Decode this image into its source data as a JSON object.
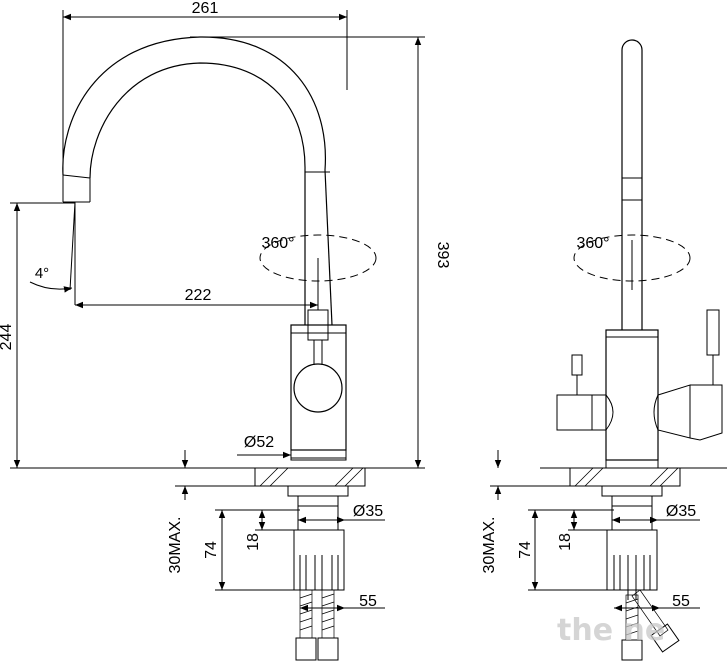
{
  "side_view": {
    "dim_width": "261",
    "dim_height": "393",
    "dim_spout_height": "244",
    "dim_reach": "222",
    "dim_angle": "4°",
    "dim_rotation": "360°",
    "dim_base_diameter": "Ø52",
    "dim_shank_diameter": "Ø35",
    "dim_counter_max": "30MAX.",
    "dim_thread_length": "18",
    "dim_shank_length": "74",
    "dim_hose_width": "55"
  },
  "front_view": {
    "dim_rotation": "360°",
    "dim_shank_diameter": "Ø35",
    "dim_counter_max": "30MAX.",
    "dim_thread_length": "18",
    "dim_shank_length": "74",
    "dim_hose_width": "55"
  },
  "watermark": "the  ne",
  "colors": {
    "line": "#000000",
    "background": "#ffffff",
    "watermark": "#c8c8c8"
  }
}
